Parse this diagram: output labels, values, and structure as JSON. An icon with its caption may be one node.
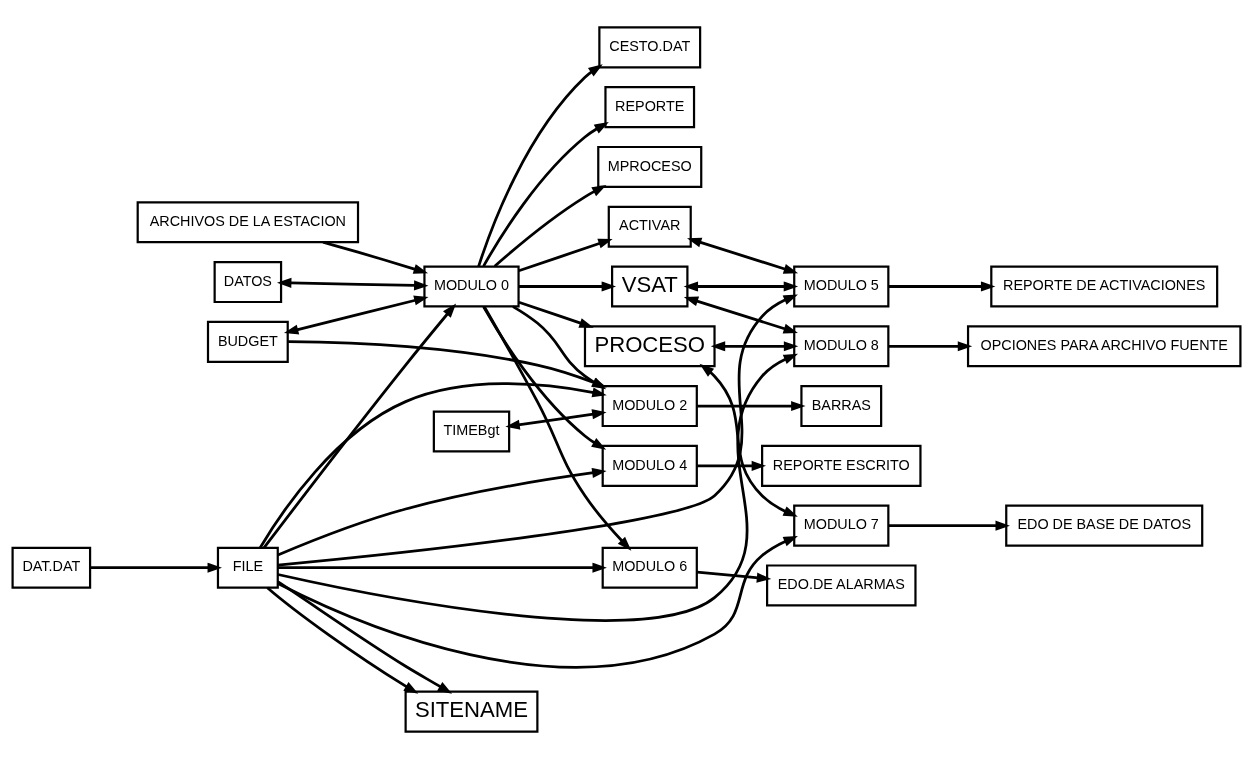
{
  "diagram": {
    "nodes": [
      {
        "text": [
          "ARCHIVOS DE LA ESTACION"
        ]
      },
      {
        "text": [
          "DATOS"
        ]
      },
      {
        "text": [
          "CESTO.DAT"
        ]
      },
      {
        "text": [
          "REPORTE"
        ]
      },
      {
        "text": [
          "BUDGET"
        ]
      },
      {
        "text": [
          "MODULO 0"
        ]
      },
      {
        "text": [
          "MPROCESO"
        ]
      },
      {
        "text": [
          "PROCESO"
        ]
      },
      {
        "text": [
          "MODULO 7"
        ]
      },
      {
        "text": [
          "EDO DE BASE DE DATOS"
        ]
      },
      {
        "text": [
          "MODULO 6"
        ]
      },
      {
        "text": [
          "MODULO 8"
        ]
      },
      {
        "text": [
          "EDO.DE ALARMAS"
        ]
      },
      {
        "text": [
          "VSAT"
        ]
      },
      {
        "text": [
          "OPCIONES PARA ARCHIVO FUENTE"
        ]
      },
      {
        "text": [
          "TIMEBgt"
        ]
      },
      {
        "text": [
          "MODULO 2"
        ]
      },
      {
        "text": [
          "ACTIVAR"
        ]
      },
      {
        "text": [
          "BARRAS"
        ]
      },
      {
        "text": [
          "SITENAME"
        ]
      },
      {
        "text": [
          "MODULO 4"
        ]
      },
      {
        "text": [
          "MODULO 5"
        ]
      },
      {
        "text": [
          "REPORTE ESCRITO"
        ]
      },
      {
        "text": [
          "FILE"
        ]
      },
      {
        "text": [
          "DAT.DAT"
        ]
      },
      {
        "text": [
          "REPORTE DE ACTIVACIONES"
        ]
      }
    ],
    "edges": [
      {
        "from": 0,
        "to": 5,
        "arrow": "to"
      },
      {
        "from": 1,
        "to": 5,
        "arrow": "both"
      },
      {
        "from": 5,
        "to": 2,
        "arrow": "to"
      },
      {
        "from": 5,
        "to": 3,
        "arrow": "to"
      },
      {
        "from": 4,
        "to": 5,
        "arrow": "both"
      },
      {
        "from": 5,
        "to": 6,
        "arrow": "to"
      },
      {
        "from": 5,
        "to": 7,
        "arrow": "to"
      },
      {
        "from": 5,
        "to": 13,
        "arrow": "to"
      },
      {
        "from": 5,
        "to": 10,
        "arrow": "to"
      },
      {
        "from": 5,
        "to": 16,
        "arrow": "to"
      },
      {
        "from": 5,
        "to": 20,
        "arrow": "to"
      },
      {
        "from": 5,
        "to": 17,
        "arrow": "to"
      },
      {
        "from": 4,
        "to": 16,
        "arrow": "to"
      },
      {
        "from": 10,
        "to": 12,
        "arrow": "to"
      },
      {
        "from": 15,
        "to": 16,
        "arrow": "both"
      },
      {
        "from": 16,
        "to": 18,
        "arrow": "to"
      },
      {
        "from": 20,
        "to": 22,
        "arrow": "to"
      },
      {
        "from": 7,
        "to": 8,
        "arrow": "both"
      },
      {
        "from": 7,
        "to": 11,
        "arrow": "both"
      },
      {
        "from": 13,
        "to": 11,
        "arrow": "both"
      },
      {
        "from": 13,
        "to": 21,
        "arrow": "both"
      },
      {
        "from": 8,
        "to": 9,
        "arrow": "to"
      },
      {
        "from": 11,
        "to": 14,
        "arrow": "to"
      },
      {
        "from": 17,
        "to": 21,
        "arrow": "both"
      },
      {
        "from": 21,
        "to": 25,
        "arrow": "to"
      },
      {
        "from": 24,
        "to": 23,
        "arrow": "to"
      },
      {
        "from": 23,
        "to": 19,
        "arrow": "to"
      },
      {
        "from": 23,
        "to": 19,
        "arrow": "to"
      },
      {
        "from": 23,
        "to": 5,
        "arrow": "to"
      },
      {
        "from": 23,
        "to": 10,
        "arrow": "to"
      },
      {
        "from": 23,
        "to": 16,
        "arrow": "to"
      },
      {
        "from": 23,
        "to": 20,
        "arrow": "to"
      },
      {
        "from": 23,
        "to": 21,
        "arrow": "to"
      },
      {
        "from": 23,
        "to": 8,
        "arrow": "to"
      },
      {
        "from": 23,
        "to": 11,
        "arrow": "to"
      }
    ]
  }
}
